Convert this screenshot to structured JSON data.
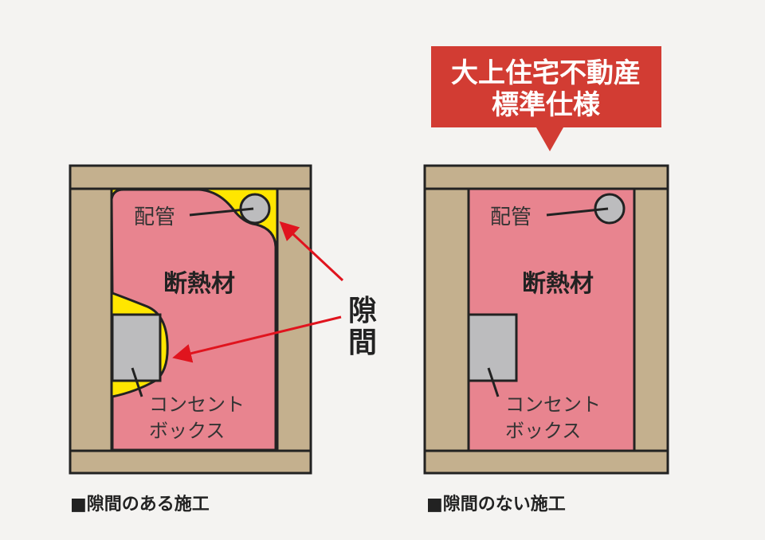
{
  "callout": {
    "line1": "大上住宅不動産",
    "line2": "標準仕様"
  },
  "left": {
    "pipe_label": "配管",
    "insulation_label": "断熱材",
    "box_label_1": "コンセント",
    "box_label_2": "ボックス",
    "gap_label_1": "隙",
    "gap_label_2": "間",
    "caption": "■隙間のある施工"
  },
  "right": {
    "pipe_label": "配管",
    "insulation_label": "断熱材",
    "box_label_1": "コンセント",
    "box_label_2": "ボックス",
    "caption": "■隙間のない施工"
  },
  "colors": {
    "wood": "#c4b08e",
    "insulation": "#e8848f",
    "gap": "#ffe600",
    "arrow": "#e0141e",
    "callout": "#d23c33",
    "gray": "#bcbcbe"
  }
}
